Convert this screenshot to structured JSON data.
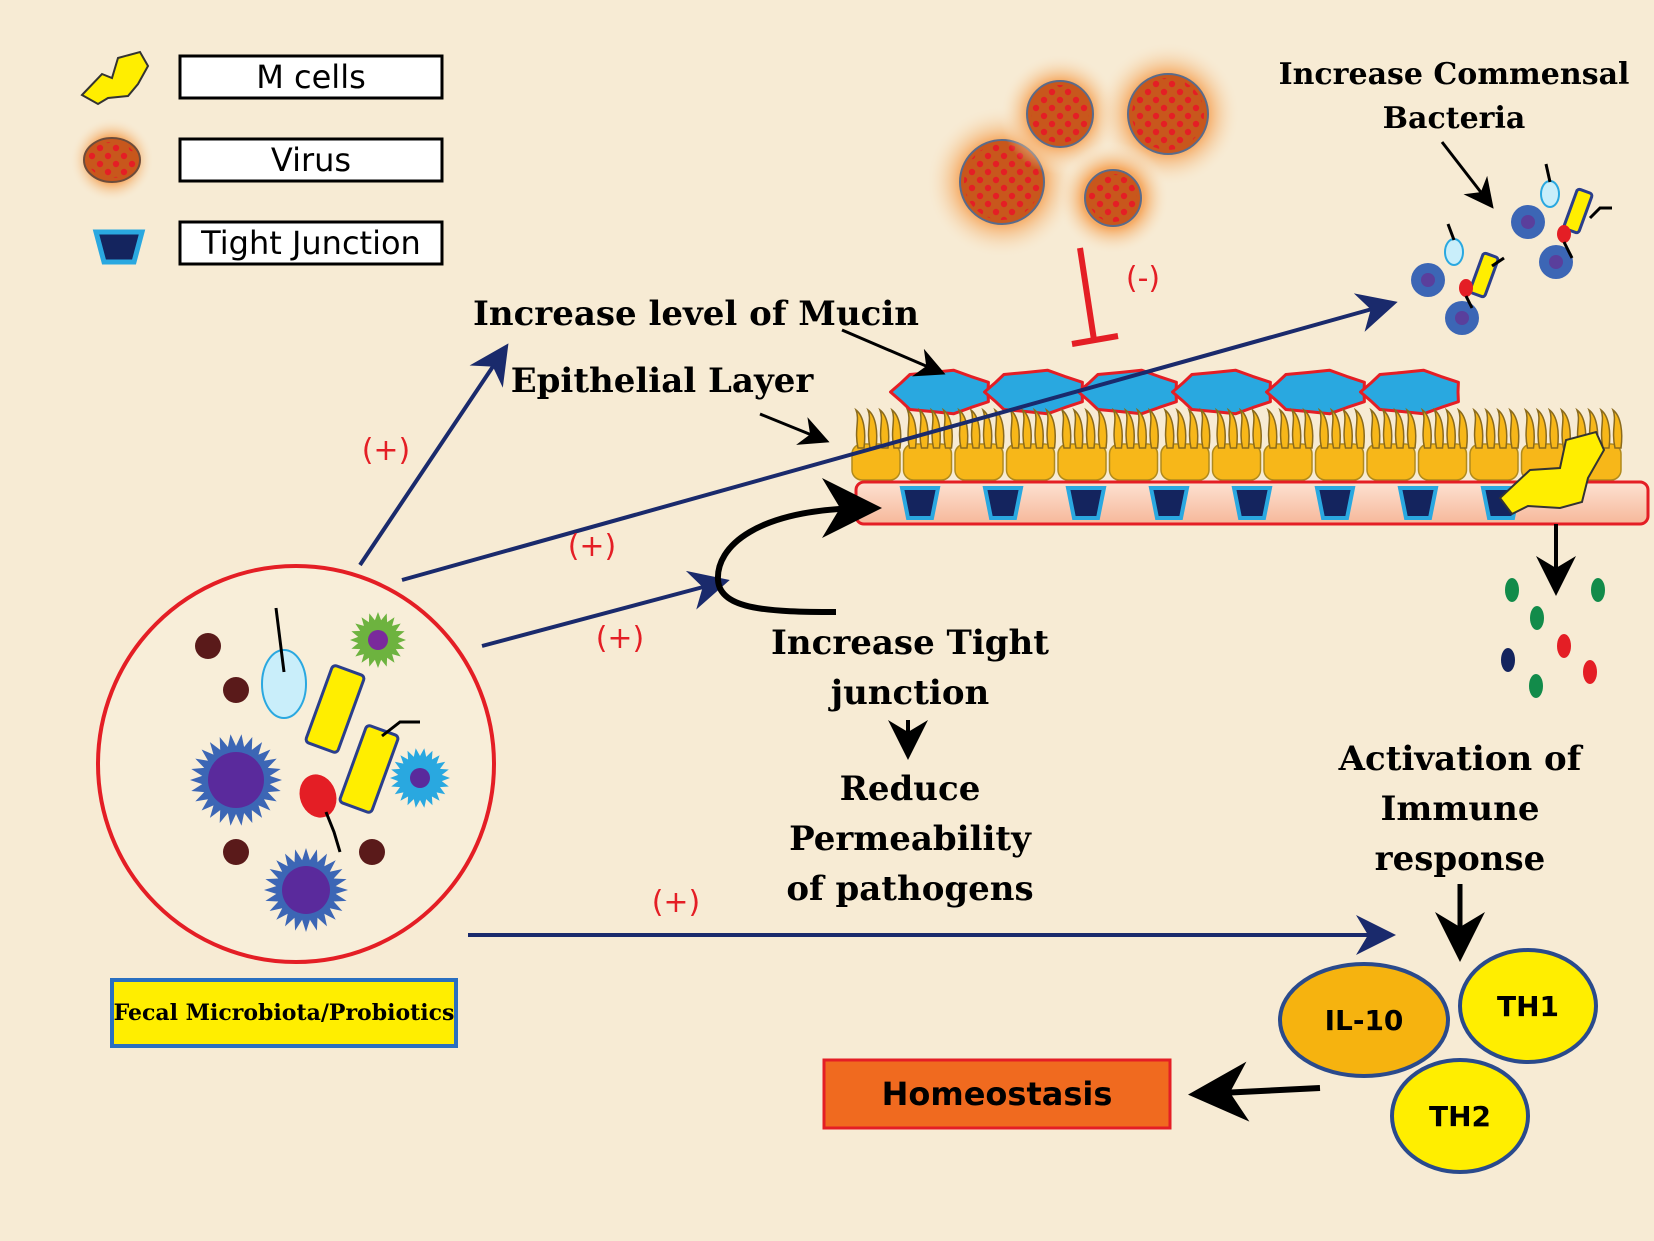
{
  "legend": [
    {
      "icon": "m-cell-icon",
      "label": "M cells"
    },
    {
      "icon": "virus-icon",
      "label": "Virus"
    },
    {
      "icon": "tight-junction-icon",
      "label": "Tight Junction"
    }
  ],
  "labels": {
    "commensal": [
      "Increase Commensal",
      "Bacteria"
    ],
    "mucin": "Increase level of Mucin",
    "epithelial": "Epithelial Layer",
    "tight_junction": [
      "Increase Tight",
      "junction"
    ],
    "permeability": [
      "Reduce",
      "Permeability",
      "of pathogens"
    ],
    "immune": [
      "Activation of",
      "Immune",
      "response"
    ],
    "fecal": "Fecal Microbiota/Probiotics",
    "homeostasis": "Homeostasis"
  },
  "signs": {
    "mucin_arrow": "(+)",
    "commensal_arrow": "(+)",
    "tight_arrow": "(+)",
    "immune_arrow": "(+)",
    "virus_inhibition": "(-)"
  },
  "cells": {
    "il10": "IL-10",
    "th1": "TH1",
    "th2": "TH2"
  },
  "colors": {
    "background": "#f7ebd4",
    "arrow_navy": "#1a2a6c",
    "positive_red": "#e41e25",
    "virus": "#c8571c",
    "mucin": "#29a8e0",
    "villi": "#f7b719",
    "junction": "#14245e",
    "homeostasis": "#f06a1f",
    "th_yellow": "#ffee00",
    "il10_orange": "#f6b30f"
  }
}
